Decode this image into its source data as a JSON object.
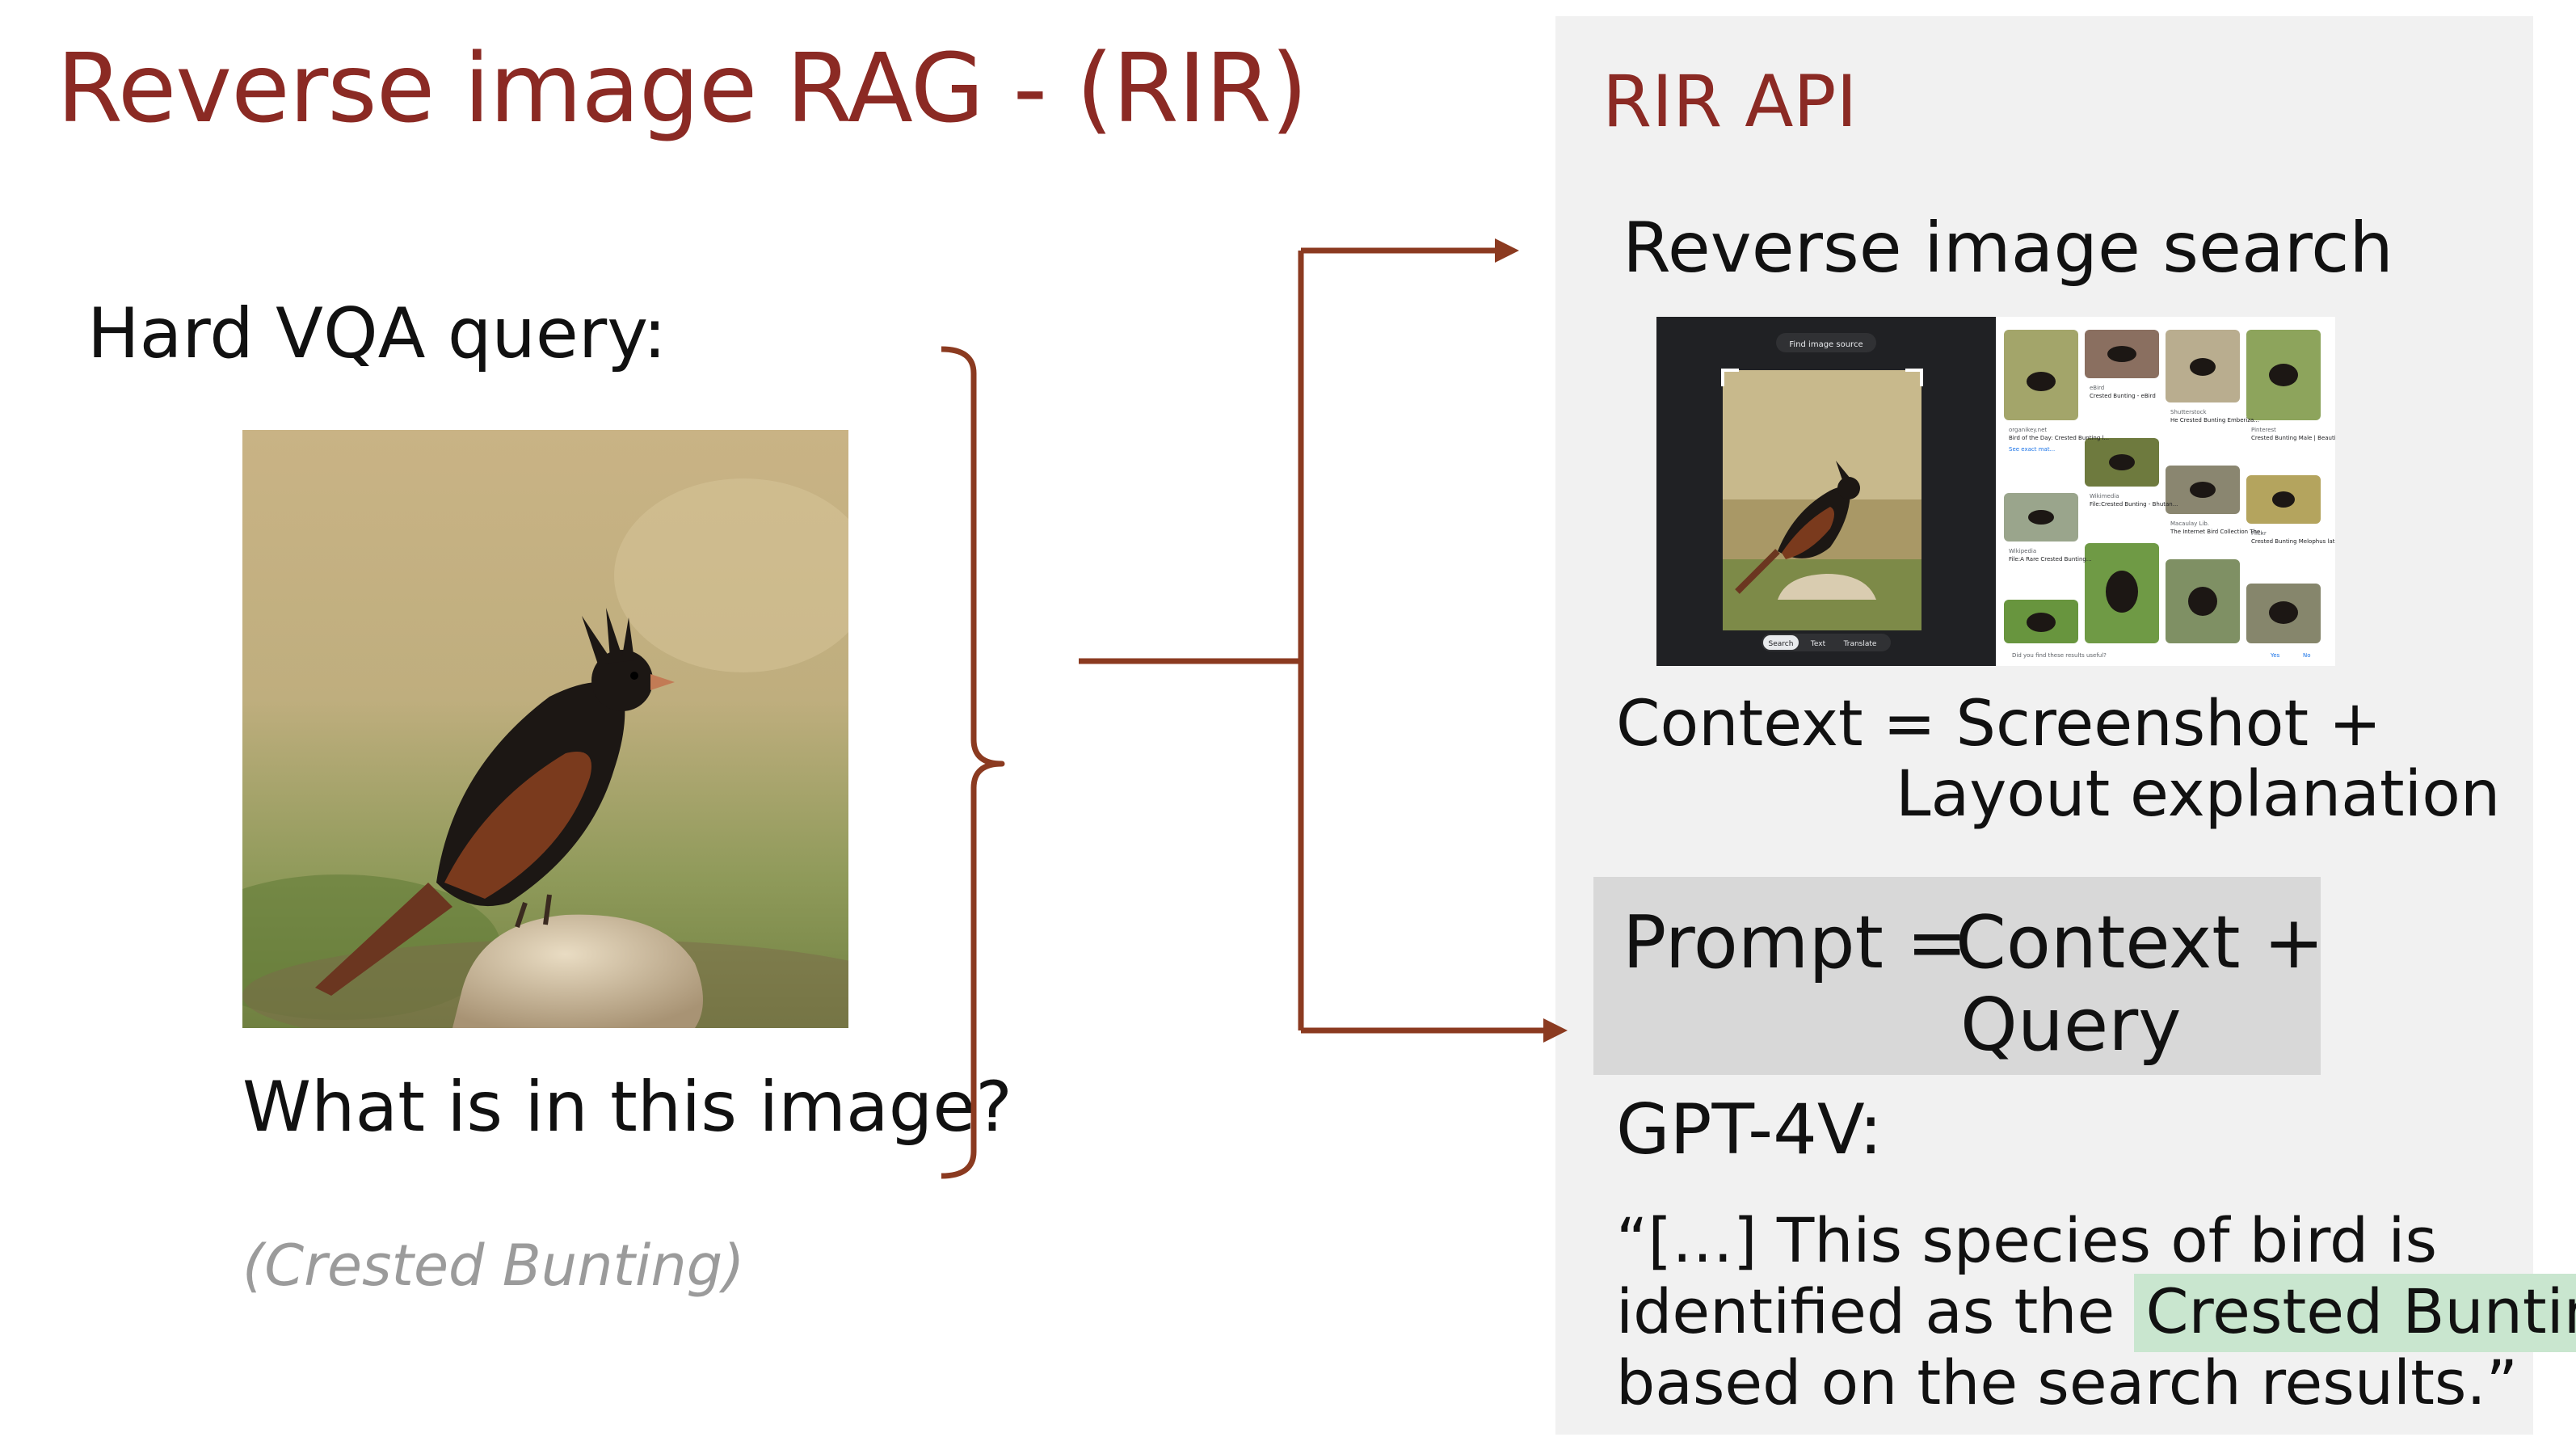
{
  "title": "Reverse image RAG - (RIR)",
  "left": {
    "query_label": "Hard VQA query:",
    "question": "What is in this image?",
    "answer_hint": "(Crested Bunting)"
  },
  "right": {
    "api_title": "RIR API",
    "search_label": "Reverse image search",
    "screenshot": {
      "find_label": "Find image source",
      "tabs": [
        "Search",
        "Text",
        "Translate"
      ],
      "results": [
        {
          "source": "organikey.net",
          "caption": "Bird of the Day: Crested Bunting l..."
        },
        {
          "source": "eBird",
          "caption": "Crested Bunting - eBird"
        },
        {
          "source": "Shutterstock",
          "caption": "He Crested Bunting Emberiza..."
        },
        {
          "source": "Pinterest",
          "caption": "Crested Bunting Male | Beautiful..."
        },
        {
          "source": "Wikimedia",
          "caption": "File:Crested Bunting - Bhutan..."
        },
        {
          "source": "Macaulay Lib.",
          "caption": "The Internet Bird Collection The..."
        },
        {
          "source": "Flickr",
          "caption": "Crested Bunting Melophus lathami..."
        },
        {
          "source": "Wikipedia",
          "caption": "File:A Rare Crested Bunting..."
        }
      ],
      "see_exact": "See exact mat...",
      "feedback": "Did you find these results useful?",
      "yes": "Yes",
      "no": "No"
    },
    "context_line1": "Context = Screenshot +",
    "context_line2": "Layout explanation",
    "prompt_label": "Prompt =",
    "prompt_line1": "Context +",
    "prompt_line2": "Query",
    "gpt_label": "GPT-4V:",
    "quote_line1": "“[…] This species of bird is",
    "quote_line2_pre": "identified as the",
    "quote_highlight": "Crested Bunting",
    "quote_line3": "based on the search results.”"
  },
  "colors": {
    "title": "#8b2a24",
    "arrows": "#8b3a20",
    "panel": "#f1f1f1",
    "prompt_box": "#d8d8d8",
    "highlight": "#c9e6cf",
    "hint": "#9b9b9b"
  }
}
